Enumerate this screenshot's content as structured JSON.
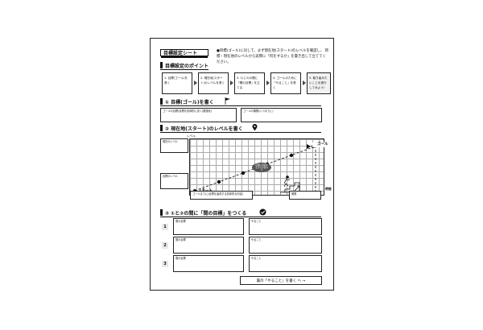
{
  "title": "目標設定シート",
  "intro_text": "●目標(ゴール)に対して、まず現在地(スタート)のレベルを確認し、 目標・現在地のレベルから実際に「何をするか」を書き出して立ててください。",
  "points": {
    "heading": "目標設定のポイント",
    "steps": [
      "1. 目標(ゴール)を書く",
      "2. 現在地(スタート)のレベルを書く",
      "3. 1)と2)の間に「間の目標」を立てる",
      "4. ゴールのために「やること」を書く",
      "5. 取り組みたいことを実行してみよう!"
    ]
  },
  "section1": {
    "heading": "① 目標(ゴール)を書く",
    "box_left": "ゴールの目標(目標を具体的に書く/数値化)",
    "box_right": "ゴールの期限(いつまでに)"
  },
  "section2": {
    "heading": "② 現在地(スタート)のレベルを書く",
    "level_label": "レベル",
    "goal_label": "ゴール",
    "start_label": "スタート",
    "time_label": "時間",
    "bubble_text": "目標に到達するまでの道のり",
    "box_top_left": "現在のレベル",
    "box_mid_left": "目標のレベル",
    "box_bottom_mid": "ゴールまでに(目標を達成する具体的な内容)",
    "box_bottom_right": "期限"
  },
  "section3": {
    "heading": "③ ①と②の間に「間の目標」をつくる",
    "rows": [
      {
        "num": "1",
        "left": "間の目標",
        "right": "やること"
      },
      {
        "num": "2",
        "left": "間の目標",
        "right": "やること"
      },
      {
        "num": "3",
        "left": "間の目標",
        "right": "やること"
      }
    ]
  },
  "footer": "裏の「やること」を書く へ →"
}
